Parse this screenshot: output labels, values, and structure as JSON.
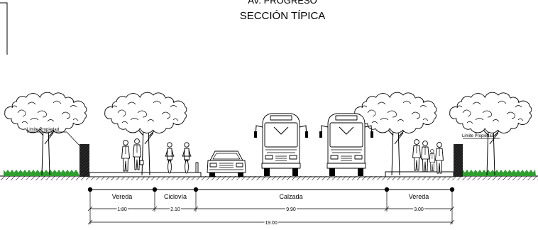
{
  "title": "AV. PROGRESO",
  "subtitle": "SECCIÓN TÍPICA",
  "property_label_left": "Limite Propiedad",
  "property_label_right": "Limite Propiedad",
  "segments": [
    {
      "label": "Vereda",
      "width": "1.80"
    },
    {
      "label": "Ciclovía",
      "width": "2.10"
    },
    {
      "label": "Calzada",
      "width": "9.90"
    },
    {
      "label": "Vereda",
      "width": "3.00"
    }
  ],
  "total_width": "19.00",
  "colors": {
    "line": "#000000",
    "grass": "#2f9e2f",
    "wall": "#1a1a1a"
  }
}
